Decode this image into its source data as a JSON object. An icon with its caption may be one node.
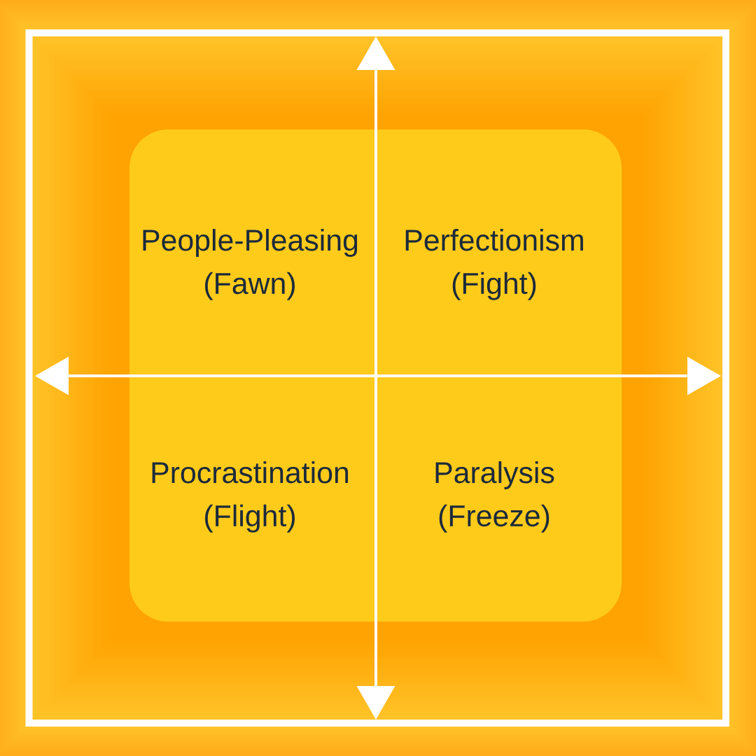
{
  "diagram": {
    "nodes": [
      {
        "text": [
          "People-Pleasing (Fawn)",
          "Perfectionism (Fight)",
          "Procrastination (Flight)",
          "Paralysis (Freeze)"
        ]
      }
    ]
  }
}
